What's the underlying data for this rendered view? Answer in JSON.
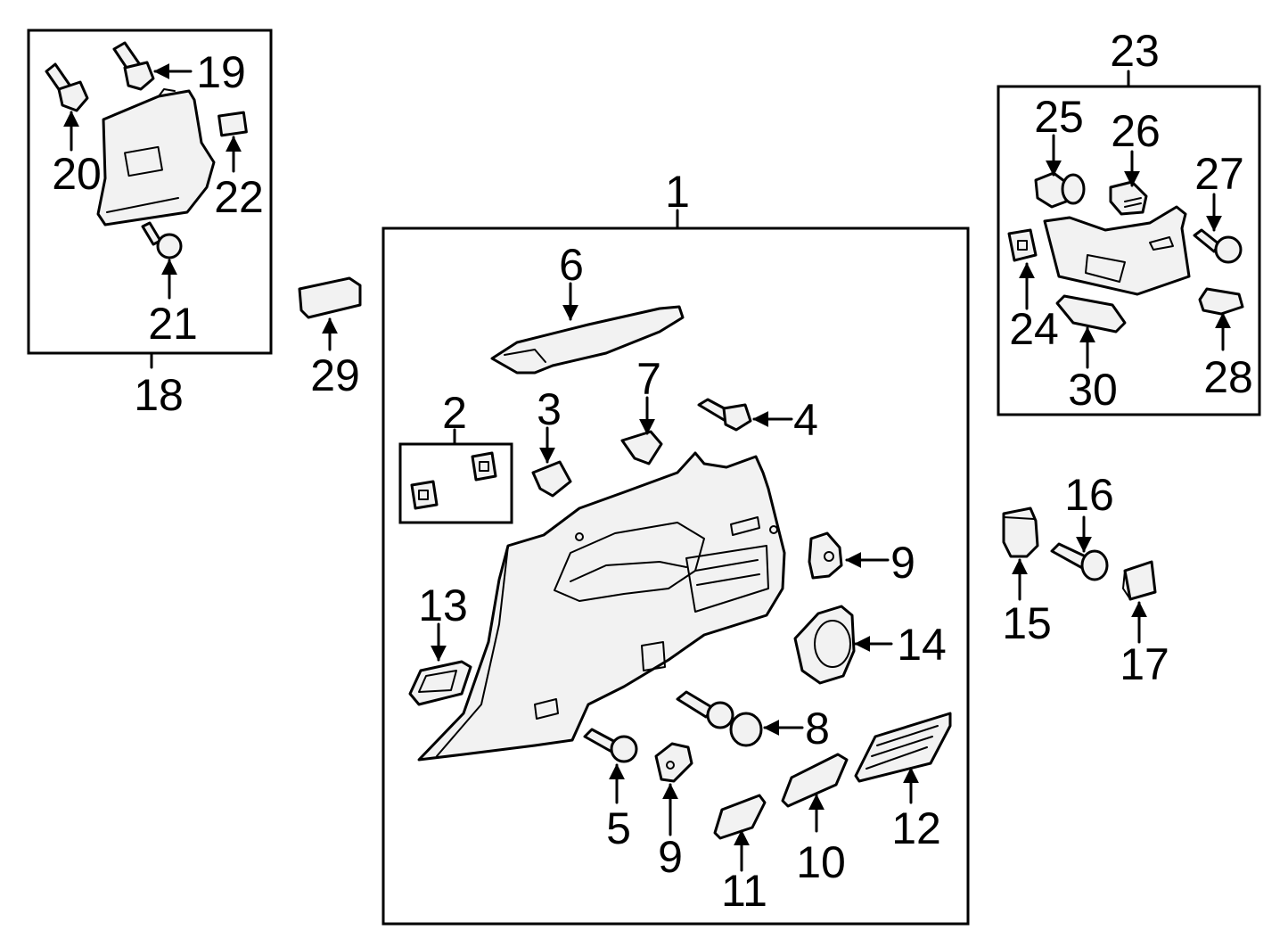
{
  "labels": {
    "l1": "1",
    "l2": "2",
    "l3": "3",
    "l4": "4",
    "l5": "5",
    "l6": "6",
    "l7": "7",
    "l8": "8",
    "l9a": "9",
    "l9b": "9",
    "l10": "10",
    "l11": "11",
    "l12": "12",
    "l13": "13",
    "l14": "14",
    "l15": "15",
    "l16": "16",
    "l17": "17",
    "l18": "18",
    "l19": "19",
    "l20": "20",
    "l21": "21",
    "l22": "22",
    "l23": "23",
    "l24": "24",
    "l25": "25",
    "l26": "26",
    "l27": "27",
    "l28": "28",
    "l29": "29",
    "l30": "30"
  }
}
